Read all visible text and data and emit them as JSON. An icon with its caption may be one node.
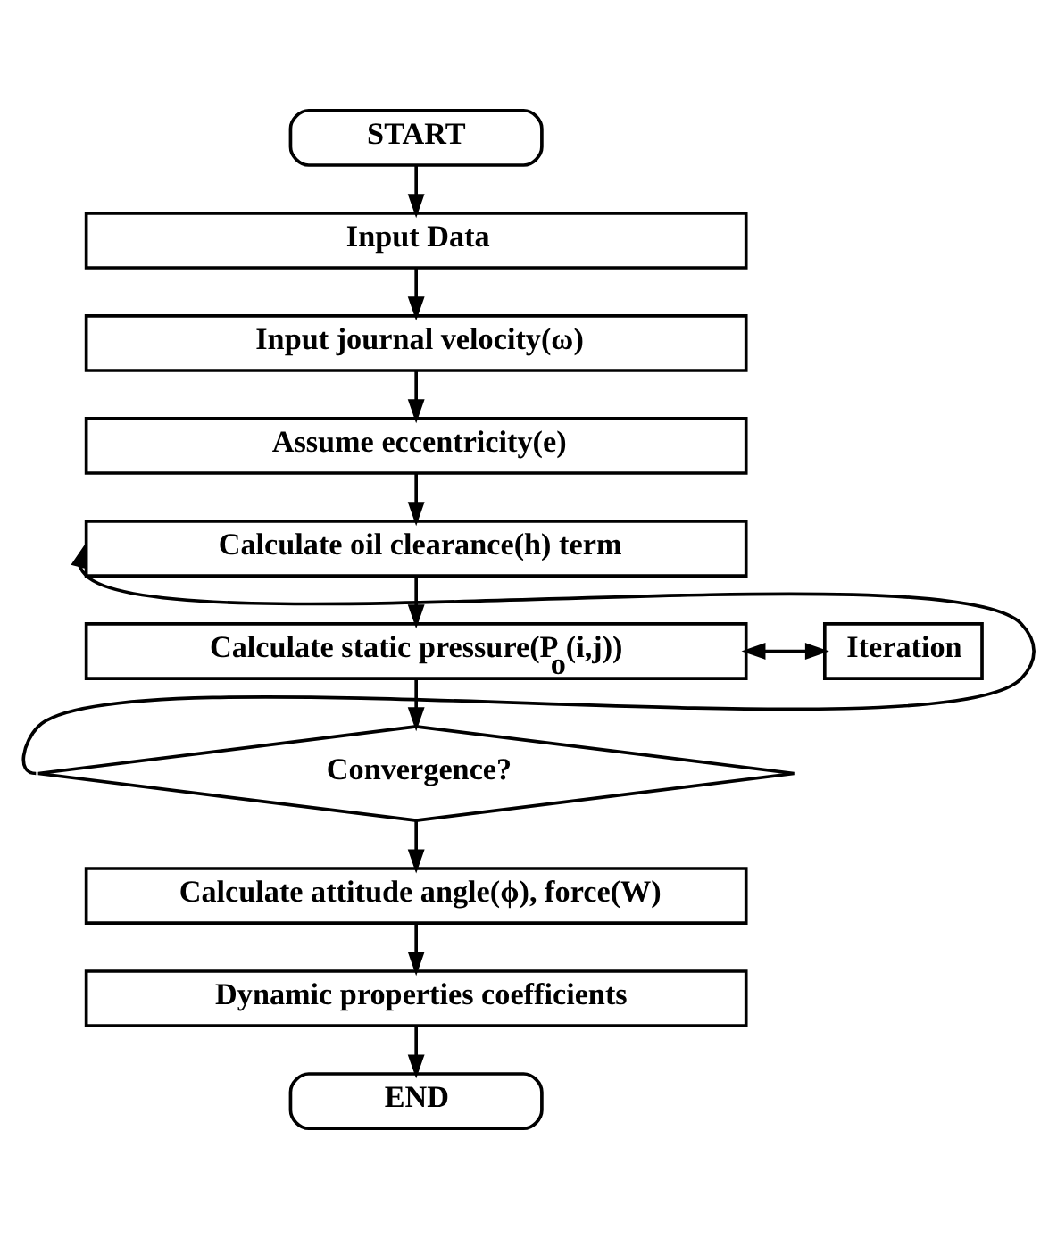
{
  "diagram": {
    "nodes": [
      {
        "text": [
          "START"
        ]
      },
      {
        "text": [
          "Input Data"
        ]
      },
      {
        "text": [
          "Input journal velocity(ω)"
        ]
      },
      {
        "text": [
          "Assume eccentricity(e)"
        ]
      },
      {
        "text": [
          "Calculate oil clearance(h) term"
        ]
      },
      {
        "text": [
          "Calculate static pressure(P$_{o}$(i,j))"
        ]
      },
      {
        "text": [
          "Iteration"
        ]
      },
      {
        "text": [
          "Convergence?"
        ]
      },
      {
        "text": [
          "Calculate attitude angle(ϕ), force(W)"
        ]
      },
      {
        "text": [
          "Dynamic properties coefficients"
        ]
      },
      {
        "text": [
          "END"
        ]
      }
    ],
    "edges": [
      {
        "from": 0,
        "to": 1,
        "arrow": "to"
      },
      {
        "from": 1,
        "to": 2,
        "arrow": "to"
      },
      {
        "from": 2,
        "to": 3,
        "arrow": "to"
      },
      {
        "from": 3,
        "to": 4,
        "arrow": "to"
      },
      {
        "from": 4,
        "to": 5,
        "arrow": "to"
      },
      {
        "from": 5,
        "to": 6,
        "arrow": "both"
      },
      {
        "from": 5,
        "to": 7,
        "arrow": "to"
      },
      {
        "from": 7,
        "to": 4,
        "arrow": "to"
      },
      {
        "from": 7,
        "to": 8,
        "arrow": "to"
      },
      {
        "from": 8,
        "to": 9,
        "arrow": "to"
      },
      {
        "from": 9,
        "to": 10,
        "arrow": "to"
      }
    ]
  }
}
